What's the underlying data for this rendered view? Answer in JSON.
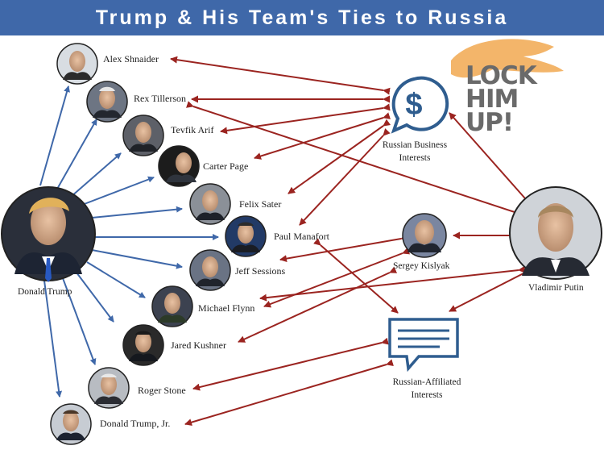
{
  "title": "Trump & His Team's Ties to Russia",
  "hub": {
    "name": "Donald Trump"
  },
  "people": [
    {
      "name": "Alex Shnaider"
    },
    {
      "name": "Rex Tillerson"
    },
    {
      "name": "Tevfik Arif"
    },
    {
      "name": "Carter Page"
    },
    {
      "name": "Felix Sater"
    },
    {
      "name": "Paul Manafort"
    },
    {
      "name": "Jeff Sessions"
    },
    {
      "name": "Michael Flynn"
    },
    {
      "name": "Jared Kushner"
    },
    {
      "name": "Roger Stone"
    },
    {
      "name": "Donald Trump, Jr."
    }
  ],
  "centers": [
    {
      "name": "Russian Business Interests",
      "line1": "Russian Business",
      "line2": "Interests",
      "icon": "dollar-speech-bubble-icon"
    },
    {
      "name": "Sergey Kislyak",
      "icon": "portrait"
    },
    {
      "name": "Russian-Affiliated Interests",
      "line1": "Russian-Affiliated",
      "line2": "Interests",
      "icon": "text-speech-bubble-icon"
    }
  ],
  "putin": {
    "name": "Vladimir Putin"
  },
  "stamp": {
    "line1": "LOCK",
    "line2": "HIM",
    "line3": "UP!"
  },
  "colors": {
    "title_bar": "#3f68a9",
    "blue_arrow": "#3f68a9",
    "red_arrow": "#9b2420",
    "icon_blue": "#2f5d8f",
    "stamp_hair": "#f3b56a"
  },
  "edges": {
    "trump_to": [
      "Alex Shnaider",
      "Rex Tillerson",
      "Tevfik Arif",
      "Carter Page",
      "Felix Sater",
      "Paul Manafort",
      "Jeff Sessions",
      "Michael Flynn",
      "Jared Kushner",
      "Roger Stone",
      "Donald Trump, Jr."
    ],
    "russian_business_interests_to": [
      "Alex Shnaider",
      "Rex Tillerson",
      "Tevfik Arif",
      "Carter Page",
      "Felix Sater",
      "Paul Manafort"
    ],
    "sergey_kislyak_to": [
      "Jeff Sessions",
      "Michael Flynn",
      "Jared Kushner"
    ],
    "russian_affiliated_interests_to": [
      "Roger Stone",
      "Donald Trump, Jr."
    ],
    "vladimir_putin_to": [
      "Rex Tillerson",
      "Michael Flynn",
      "Russian Business Interests",
      "Sergey Kislyak",
      "Russian-Affiliated Interests"
    ],
    "paul_manafort_to": [
      "Russian-Affiliated Interests"
    ]
  }
}
